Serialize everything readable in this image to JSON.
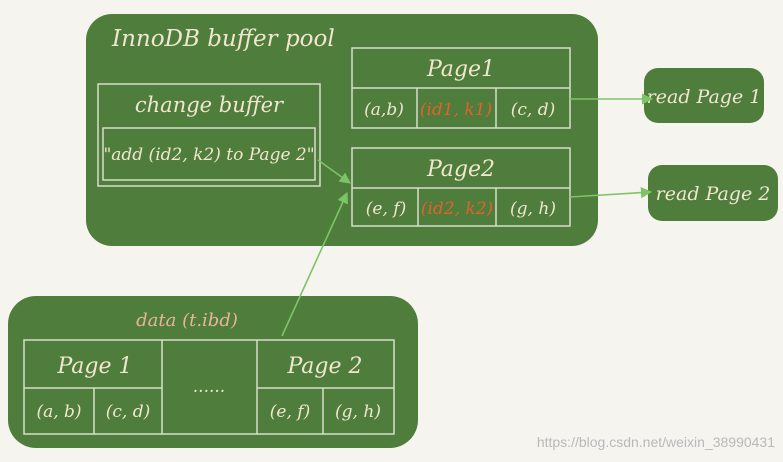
{
  "buffer_pool": {
    "title": "InnoDB buffer pool",
    "change_buffer": {
      "title": "change buffer",
      "entry": "\"add (id2, k2) to Page 2\""
    },
    "page1": {
      "title": "Page1",
      "cells": [
        "(a,b)",
        "(id1, k1)",
        "(c, d)"
      ],
      "highlight_index": 1
    },
    "page2": {
      "title": "Page2",
      "cells": [
        "(e, f)",
        "(id2, k2)",
        "(g, h)"
      ],
      "highlight_index": 1
    }
  },
  "outputs": [
    "read Page 1",
    "read Page 2"
  ],
  "data_file": {
    "title": "data (t.ibd)",
    "page1": {
      "title": "Page 1",
      "cells": [
        "(a, b)",
        "(c, d)"
      ]
    },
    "ellipsis": "......",
    "page2": {
      "title": "Page 2",
      "cells": [
        "(e, f)",
        "(g, h)"
      ]
    }
  },
  "watermark": "https://blog.csdn.net/weixin_38990431",
  "colors": {
    "box": "#4f7d3c",
    "line": "#d9dccc",
    "arrow": "#7cc567",
    "text": "#f1e6cf",
    "highlight": "#e2612c",
    "title": "#e8b59a"
  }
}
